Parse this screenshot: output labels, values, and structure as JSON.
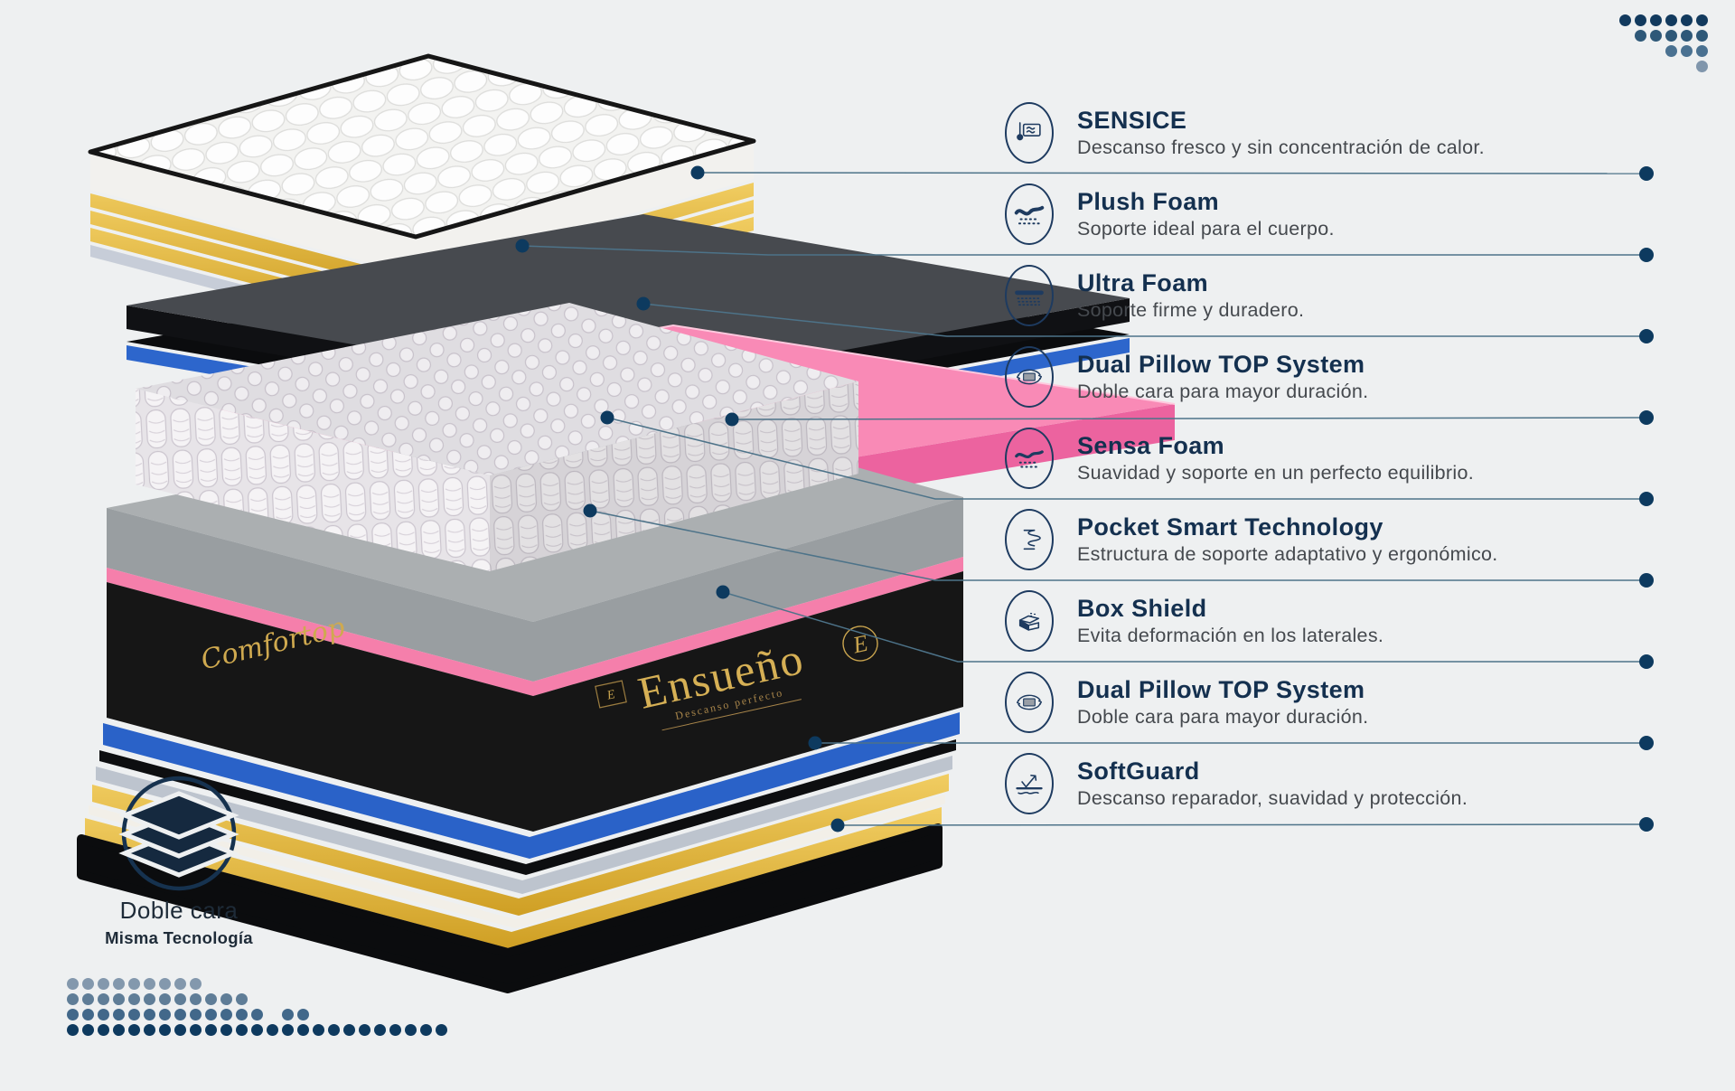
{
  "page": {
    "background": "#eef0f1"
  },
  "features": {
    "items": [
      {
        "title": "SENSICE",
        "desc": "Descanso fresco y sin concentración de calor.",
        "icon": "thermometer-panel"
      },
      {
        "title": "Plush Foam",
        "desc": "Soporte ideal para el cuerpo.",
        "icon": "wave-soft"
      },
      {
        "title": "Ultra Foam",
        "desc": "Soporte firme y duradero.",
        "icon": "firm-band"
      },
      {
        "title": "Dual Pillow TOP System",
        "desc": "Doble cara para mayor duración.",
        "icon": "rotate-mattress"
      },
      {
        "title": "Sensa Foam",
        "desc": "Suavidad y soporte en un perfecto equilibrio.",
        "icon": "wave-balance"
      },
      {
        "title": "Pocket Smart Technology",
        "desc": "Estructura de soporte adaptativo y ergonómico.",
        "icon": "pocket-spring"
      },
      {
        "title": "Box Shield",
        "desc": "Evita deformación en los laterales.",
        "icon": "corner-box"
      },
      {
        "title": "Dual Pillow TOP System",
        "desc": "Doble cara para mayor duración.",
        "icon": "rotate-mattress"
      },
      {
        "title": "SoftGuard",
        "desc": "Descanso reparador, suavidad y protección.",
        "icon": "bounce-arrow"
      }
    ]
  },
  "brand": {
    "name": "Ensueño",
    "tagline": "Descanso perfecto",
    "side_script": "Comfortop",
    "emblem_letter": "E"
  },
  "badge": {
    "title": "Doble cara",
    "subtitle": "Misma Tecnología"
  },
  "palette": {
    "navy": "#14304f",
    "icon_stroke": "#1e3b60",
    "line": "#4d7389",
    "callout_dot": "#0d3a5f",
    "gold_layer": "#d9a92f",
    "pink_layer": "#f787b2",
    "blue_layer": "#2b63c9",
    "gray_band": "#abafb1",
    "black_layer": "#161616",
    "brand_gold": "#d6b055"
  },
  "decor": {
    "top_right_rows": [
      {
        "count": 6,
        "color": "#123a5e"
      },
      {
        "count": 5,
        "color": "#2e5878"
      },
      {
        "count": 3,
        "color": "#4a7191"
      },
      {
        "count": 1,
        "color": "#8096ac"
      }
    ],
    "bottom_left_rows": [
      {
        "groups": [
          9
        ],
        "color": "#8398ad"
      },
      {
        "groups": [
          12
        ],
        "color": "#5f7d97"
      },
      {
        "groups": [
          13,
          2
        ],
        "color": "#42688a"
      },
      {
        "groups": [
          25
        ],
        "color": "#0e3a5f"
      }
    ]
  }
}
